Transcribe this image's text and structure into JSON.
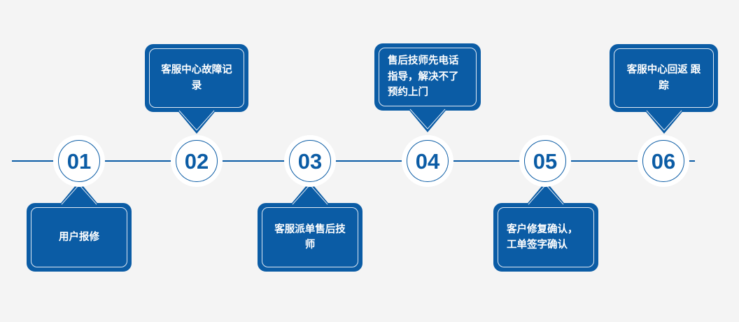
{
  "theme": {
    "background": "#f4f4f4",
    "brand_blue": "#0b5ca5",
    "bubble_fill": "#0b5ca5",
    "bubble_inner_outline": "#dfe9f4",
    "node_text": "#0b5ca5",
    "bubble_text": "#ffffff"
  },
  "diagram": {
    "type": "process-timeline",
    "orientation": "horizontal",
    "step_count": 6
  },
  "steps": [
    {
      "number": "01",
      "label": "用户报修",
      "position": "bottom"
    },
    {
      "number": "02",
      "label": "客服中心故障记录",
      "position": "top"
    },
    {
      "number": "03",
      "label": "客服派单售后技师",
      "position": "bottom"
    },
    {
      "number": "04",
      "label": "售后技师先电话指导，解决不了预约上门",
      "position": "top"
    },
    {
      "number": "05",
      "label": "客户修复确认，工单签字确认",
      "position": "bottom"
    },
    {
      "number": "06",
      "label": "客服中心回返 跟踪",
      "position": "top"
    }
  ]
}
